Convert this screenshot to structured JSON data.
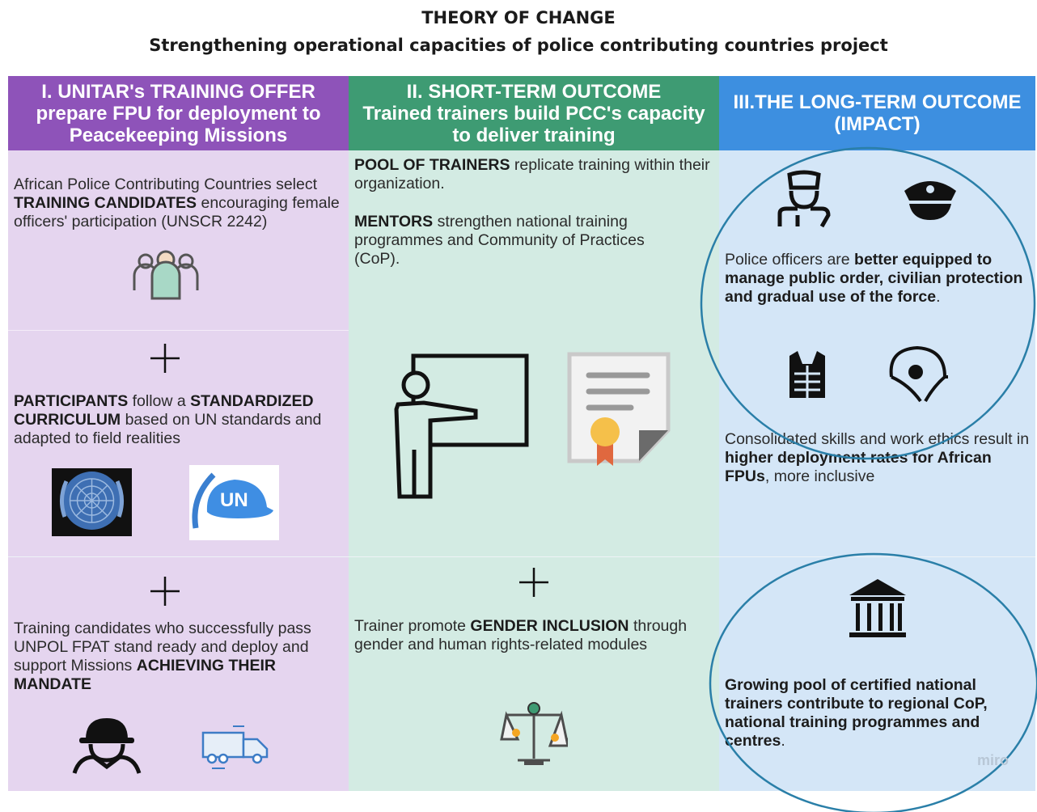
{
  "title": "THEORY OF CHANGE",
  "subtitle": "Strengthening operational capacities of police contributing countries project",
  "columns": [
    {
      "line1": "I. UNITAR's TRAINING OFFER",
      "line2": "prepare FPU for deployment to",
      "line3": "Peacekeeping Missions"
    },
    {
      "line1": "II. SHORT-TERM OUTCOME",
      "line2": "Trained trainers build PCC's capacity",
      "line3": "to deliver training"
    },
    {
      "line1": "III.THE LONG-TERM OUTCOME",
      "line2": "(IMPACT)"
    }
  ],
  "col1": {
    "b1": {
      "p1": "African Police Contributing Countries select ",
      "b1": "TRAINING CANDIDATES",
      "p2": "  encouraging female officers' participation (UNSCR 2242)"
    },
    "b2": {
      "b1": "PARTICIPANTS",
      "p1": "  follow a ",
      "b2": "STANDARDIZED CURRICULUM",
      "p2": " based on UN standards and adapted to field realities"
    },
    "un_label": "UN",
    "b3": {
      "p1": "Training candidates who successfully pass UNPOL FPAT stand ready and deploy and support Missions ",
      "b1": "ACHIEVING THEIR MANDATE"
    }
  },
  "col2": {
    "b1": {
      "b1": "POOL OF TRAINERS",
      "p1": " replicate training within their organization."
    },
    "b2": {
      "b1": "MENTORS",
      "p1": " strengthen national training programmes and Community of Practices (CoP)."
    },
    "b3": {
      "p1": "Trainer promote ",
      "b1": "GENDER INCLUSION",
      "p2": " through gender and human rights-related modules"
    }
  },
  "col3": {
    "b1": {
      "p1": "Police officers are ",
      "b1": "better equipped to manage public order, civilian protection and gradual use of the force",
      "p2": "."
    },
    "b2": {
      "p1": "Consolidated skills and work ethics result in ",
      "b1": "higher deployment rates for African FPUs",
      "p2": ", more inclusive"
    },
    "b3": {
      "b1": "Growing pool of certified national trainers contribute to regional CoP, national training programmes and centres",
      "p1": "."
    }
  },
  "watermark": "miro",
  "colors": {
    "purple": "#8e53b9",
    "green": "#3e9b73",
    "blue": "#3d8fe0",
    "ellipse": "#2a7fa8"
  }
}
